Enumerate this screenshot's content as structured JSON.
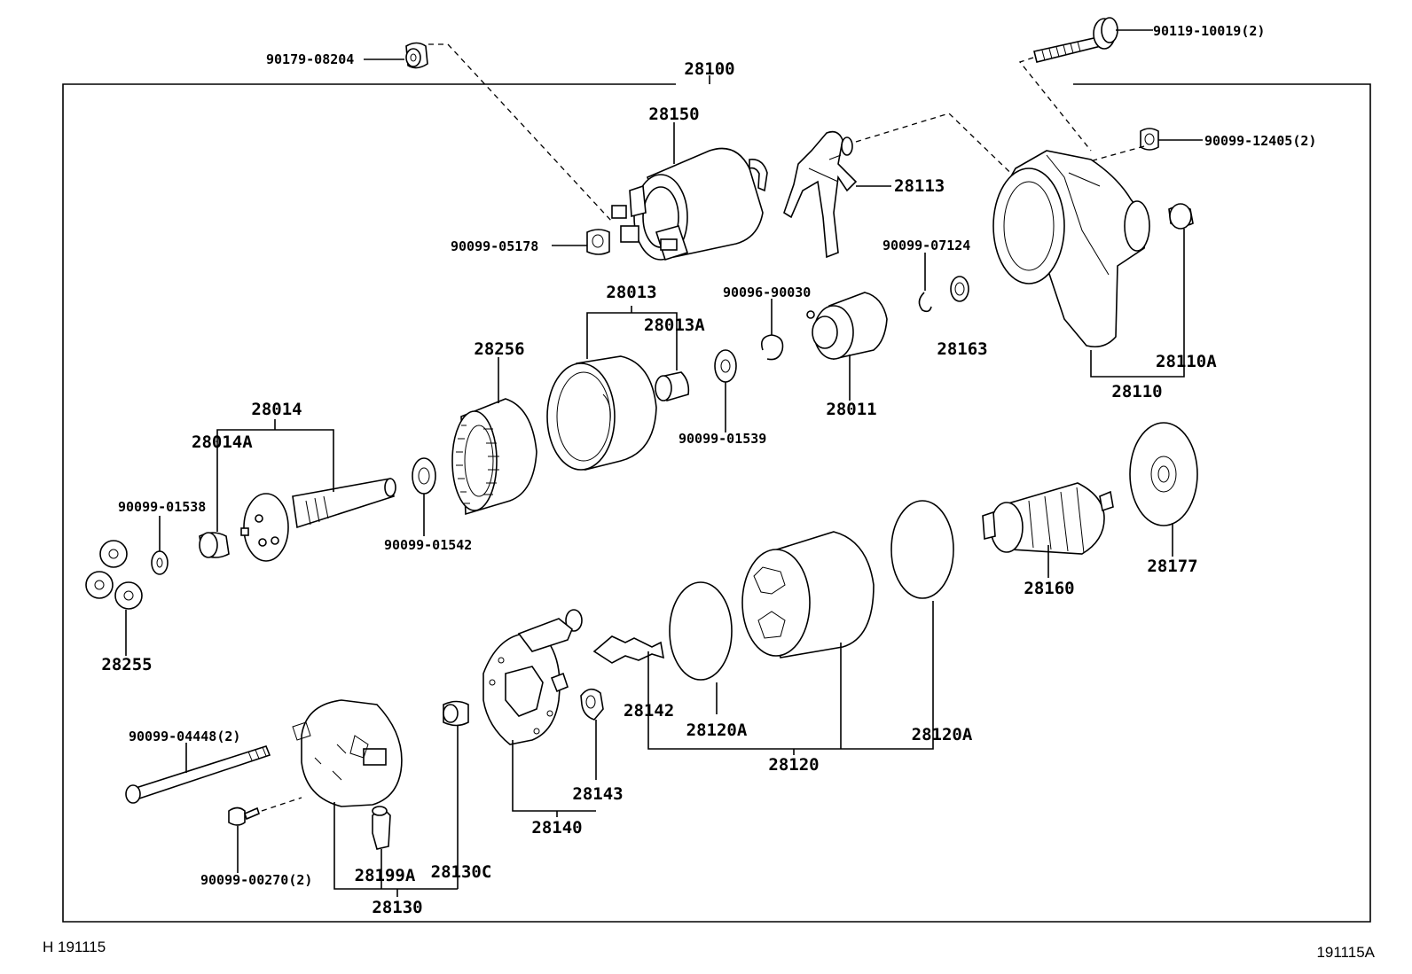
{
  "assembly_label": "28100",
  "footer": {
    "left_code": "H 191115",
    "right_code": "191115A"
  },
  "labels": {
    "p90179_08204": "90179-08204",
    "p90119_10019": "90119-10019(2)",
    "p90099_12405": "90099-12405(2)",
    "p28150": "28150",
    "p28113": "28113",
    "p90099_05178": "90099-05178",
    "p90099_07124": "90099-07124",
    "p28013": "28013",
    "p90096_90030": "90096-90030",
    "p28013A": "28013A",
    "p28256": "28256",
    "p28163": "28163",
    "p28110A": "28110A",
    "p28110": "28110",
    "p28011": "28011",
    "p90099_01539": "90099-01539",
    "p28014": "28014",
    "p28014A": "28014A",
    "p90099_01538": "90099-01538",
    "p90099_01542": "90099-01542",
    "p28177": "28177",
    "p28160": "28160",
    "p28255": "28255",
    "p28142": "28142",
    "p28120A_left": "28120A",
    "p28120A_right": "28120A",
    "p28120": "28120",
    "p90099_04448": "90099-04448(2)",
    "p28143": "28143",
    "p28140": "28140",
    "p90099_00270": "90099-00270(2)",
    "p28199A": "28199A",
    "p28130C": "28130C",
    "p28130": "28130"
  }
}
